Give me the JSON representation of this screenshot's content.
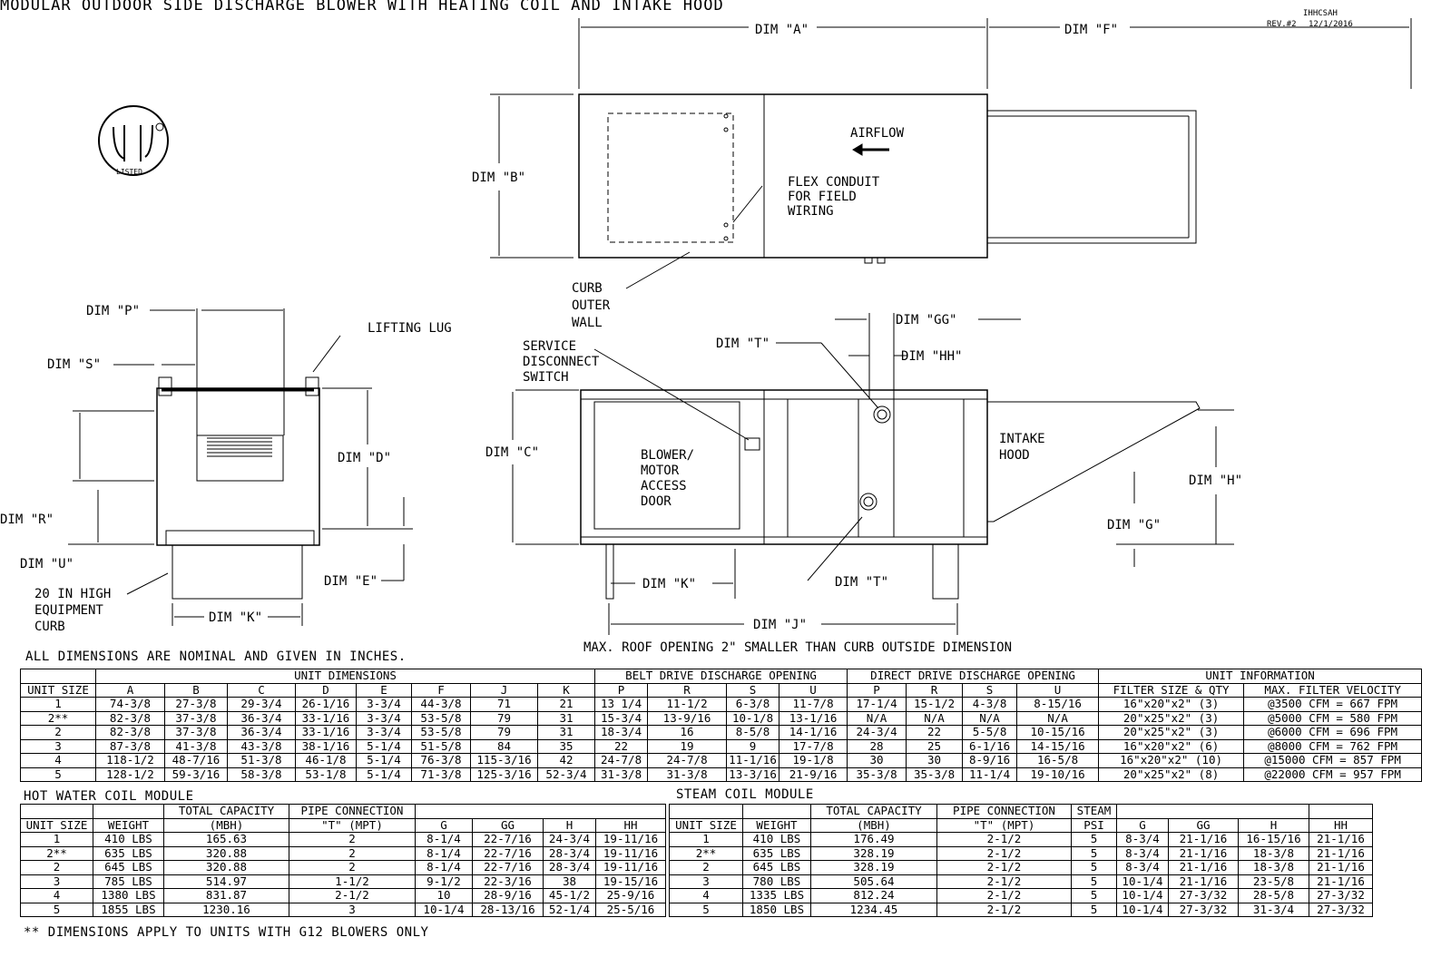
{
  "title": "MODULAR OUTDOOR SIDE DISCHARGE BLOWER WITH HEATING COIL AND INTAKE HOOD",
  "revision": {
    "code": "IHHCSAH",
    "rev": "REV.#2",
    "date": "12/1/2016"
  },
  "logo_text": "LISTED",
  "labels": {
    "dim_a": "DIM \"A\"",
    "dim_f": "DIM \"F\"",
    "dim_b": "DIM \"B\"",
    "airflow": "AIRFLOW",
    "flex1": "FLEX CONDUIT",
    "flex2": "FOR FIELD",
    "flex3": "WIRING",
    "curb1": "CURB",
    "curb2": "OUTER",
    "curb3": "WALL",
    "dim_p": "DIM \"P\"",
    "dim_s": "DIM \"S\"",
    "lifting_lug": "LIFTING LUG",
    "dim_d": "DIM \"D\"",
    "dim_r": "DIM \"R\"",
    "dim_u": "DIM \"U\"",
    "dim_e": "DIM \"E\"",
    "dim_k_left": "DIM \"K\"",
    "curb_eq1": "20 IN HIGH",
    "curb_eq2": "EQUIPMENT",
    "curb_eq3": "CURB",
    "svc1": "SERVICE",
    "svc2": "DISCONNECT",
    "svc3": "SWITCH",
    "dim_t_top": "DIM \"T\"",
    "dim_gg": "DIM \"GG\"",
    "dim_hh": "DIM \"HH\"",
    "dim_c": "DIM \"C\"",
    "door1": "BLOWER/",
    "door2": "MOTOR",
    "door3": "ACCESS",
    "door4": "DOOR",
    "hood1": "INTAKE",
    "hood2": "HOOD",
    "dim_h": "DIM \"H\"",
    "dim_g": "DIM \"G\"",
    "dim_k": "DIM \"K\"",
    "dim_t_bottom": "DIM \"T\"",
    "dim_j": "DIM \"J\"",
    "roof_note": "MAX. ROOF OPENING 2\" SMALLER THAN CURB OUTSIDE DIMENSION",
    "nominal_note": "ALL DIMENSIONS ARE NOMINAL AND GIVEN IN INCHES.",
    "footnote": "** DIMENSIONS APPLY TO UNITS WITH G12 BLOWERS ONLY"
  },
  "dimensions_table": {
    "group_headers": [
      "UNIT DIMENSIONS",
      "BELT DRIVE DISCHARGE OPENING",
      "DIRECT DRIVE DISCHARGE OPENING",
      "UNIT INFORMATION"
    ],
    "columns": [
      "UNIT SIZE",
      "A",
      "B",
      "C",
      "D",
      "E",
      "F",
      "J",
      "K",
      "P",
      "R",
      "S",
      "U",
      "P",
      "R",
      "S",
      "U",
      "FILTER SIZE & QTY",
      "MAX. FILTER VELOCITY"
    ],
    "rows": [
      [
        "1",
        "74-3/8",
        "27-3/8",
        "29-3/4",
        "26-1/16",
        "3-3/4",
        "44-3/8",
        "71",
        "21",
        "13 1/4",
        "11-1/2",
        "6-3/8",
        "11-7/8",
        "17-1/4",
        "15-1/2",
        "4-3/8",
        "8-15/16",
        "16\"x20\"x2\" (3)",
        "@3500 CFM = 667 FPM"
      ],
      [
        "2**",
        "82-3/8",
        "37-3/8",
        "36-3/4",
        "33-1/16",
        "3-3/4",
        "53-5/8",
        "79",
        "31",
        "15-3/4",
        "13-9/16",
        "10-1/8",
        "13-1/16",
        "N/A",
        "N/A",
        "N/A",
        "N/A",
        "20\"x25\"x2\" (3)",
        "@5000 CFM = 580 FPM"
      ],
      [
        "2",
        "82-3/8",
        "37-3/8",
        "36-3/4",
        "33-1/16",
        "3-3/4",
        "53-5/8",
        "79",
        "31",
        "18-3/4",
        "16",
        "8-5/8",
        "14-1/16",
        "24-3/4",
        "22",
        "5-5/8",
        "10-15/16",
        "20\"x25\"x2\" (3)",
        "@6000 CFM = 696 FPM"
      ],
      [
        "3",
        "87-3/8",
        "41-3/8",
        "43-3/8",
        "38-1/16",
        "5-1/4",
        "51-5/8",
        "84",
        "35",
        "22",
        "19",
        "9",
        "17-7/8",
        "28",
        "25",
        "6-1/16",
        "14-15/16",
        "16\"x20\"x2\" (6)",
        "@8000 CFM = 762 FPM"
      ],
      [
        "4",
        "118-1/2",
        "48-7/16",
        "51-3/8",
        "46-1/8",
        "5-1/4",
        "76-3/8",
        "115-3/16",
        "42",
        "24-7/8",
        "24-7/8",
        "11-1/16",
        "19-1/8",
        "30",
        "30",
        "8-9/16",
        "16-5/8",
        "16\"x20\"x2\" (10)",
        "@15000 CFM = 857 FPM"
      ],
      [
        "5",
        "128-1/2",
        "59-3/16",
        "58-3/8",
        "53-1/8",
        "5-1/4",
        "71-3/8",
        "125-3/16",
        "52-3/4",
        "31-3/8",
        "31-3/8",
        "13-3/16",
        "21-9/16",
        "35-3/8",
        "35-3/8",
        "11-1/4",
        "19-10/16",
        "20\"x25\"x2\" (8)",
        "@22000 CFM = 957 FPM"
      ]
    ]
  },
  "hot_water_table": {
    "title": "HOT WATER COIL MODULE",
    "header_top": [
      "",
      "",
      "TOTAL CAPACITY",
      "PIPE CONNECTION",
      ""
    ],
    "columns": [
      "UNIT SIZE",
      "WEIGHT",
      "(MBH)",
      "\"T\" (MPT)",
      "G",
      "GG",
      "H",
      "HH"
    ],
    "rows": [
      [
        "1",
        "410 LBS",
        "165.63",
        "2",
        "8-1/4",
        "22-7/16",
        "24-3/4",
        "19-11/16"
      ],
      [
        "2**",
        "635 LBS",
        "320.88",
        "2",
        "8-1/4",
        "22-7/16",
        "28-3/4",
        "19-11/16"
      ],
      [
        "2",
        "645 LBS",
        "320.88",
        "2",
        "8-1/4",
        "22-7/16",
        "28-3/4",
        "19-11/16"
      ],
      [
        "3",
        "785 LBS",
        "514.97",
        "1-1/2",
        "9-1/2",
        "22-3/16",
        "38",
        "19-15/16"
      ],
      [
        "4",
        "1380 LBS",
        "831.87",
        "2-1/2",
        "10",
        "28-9/16",
        "45-1/2",
        "25-9/16"
      ],
      [
        "5",
        "1855 LBS",
        "1230.16",
        "3",
        "10-1/4",
        "28-13/16",
        "52-1/4",
        "25-5/16"
      ]
    ]
  },
  "steam_table": {
    "title": "STEAM COIL MODULE",
    "header_top": [
      "",
      "",
      "TOTAL CAPACITY",
      "PIPE CONNECTION",
      "STEAM",
      "",
      ""
    ],
    "columns": [
      "UNIT SIZE",
      "WEIGHT",
      "(MBH)",
      "\"T\" (MPT)",
      "PSI",
      "G",
      "GG",
      "H",
      "HH"
    ],
    "rows": [
      [
        "1",
        "410 LBS",
        "176.49",
        "2-1/2",
        "5",
        "8-3/4",
        "21-1/16",
        "16-15/16",
        "21-1/16"
      ],
      [
        "2**",
        "635 LBS",
        "328.19",
        "2-1/2",
        "5",
        "8-3/4",
        "21-1/16",
        "18-3/8",
        "21-1/16"
      ],
      [
        "2",
        "645 LBS",
        "328.19",
        "2-1/2",
        "5",
        "8-3/4",
        "21-1/16",
        "18-3/8",
        "21-1/16"
      ],
      [
        "3",
        "780 LBS",
        "505.64",
        "2-1/2",
        "5",
        "10-1/4",
        "21-1/16",
        "23-5/8",
        "21-1/16"
      ],
      [
        "4",
        "1335 LBS",
        "812.24",
        "2-1/2",
        "5",
        "10-1/4",
        "27-3/32",
        "28-5/8",
        "27-3/32"
      ],
      [
        "5",
        "1850 LBS",
        "1234.45",
        "2-1/2",
        "5",
        "10-1/4",
        "27-3/32",
        "31-3/4",
        "27-3/32"
      ]
    ]
  }
}
